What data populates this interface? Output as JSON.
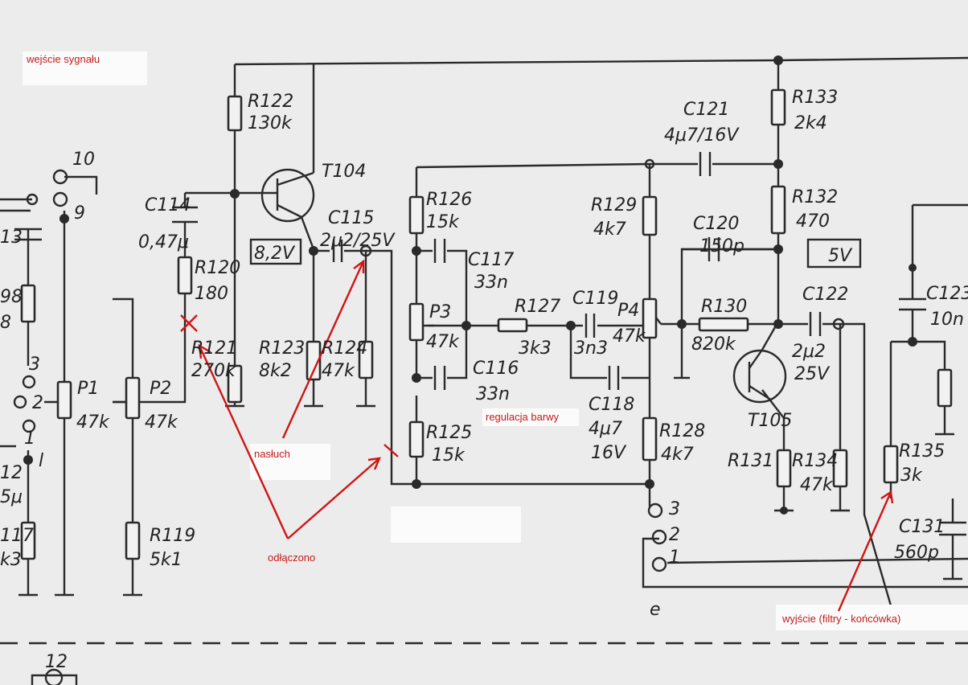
{
  "annotations": {
    "input": "wejście sygnału",
    "monitor": "nasłuch",
    "disconnected": "odłączono",
    "tone": "regulacja barwy",
    "output": "wyjście (filtry - końcówka)"
  },
  "components": {
    "R122": [
      "R122",
      "130k"
    ],
    "T104": [
      "T104"
    ],
    "C114": [
      "C114",
      "0,47μ"
    ],
    "R120": [
      "R120",
      "180"
    ],
    "R121": [
      "R121",
      "270k"
    ],
    "C115": [
      "C115",
      "2μ2/25V"
    ],
    "V82": [
      "8,2V"
    ],
    "R123": [
      "R123",
      "8k2"
    ],
    "R124": [
      "R124",
      "47k"
    ],
    "R126": [
      "R126",
      "15k"
    ],
    "C117": [
      "C117",
      "33n"
    ],
    "P3": [
      "P3",
      "47k"
    ],
    "C116": [
      "C116",
      "33n"
    ],
    "R125": [
      "R125",
      "15k"
    ],
    "R127": [
      "R127",
      "3k3"
    ],
    "C119": [
      "C119",
      "3n3"
    ],
    "C118": [
      "C118",
      "4μ7",
      "16V"
    ],
    "P4": [
      "P4",
      "47k"
    ],
    "R129": [
      "R129",
      "4k7"
    ],
    "R128": [
      "R128",
      "4k7"
    ],
    "C121": [
      "C121",
      "4μ7/16V"
    ],
    "R133": [
      "R133",
      "2k4"
    ],
    "R132": [
      "R132",
      "470"
    ],
    "C120": [
      "C120",
      "150p"
    ],
    "V5": [
      "5V"
    ],
    "R130": [
      "R130",
      "820k"
    ],
    "C122": [
      "C122",
      "2μ2",
      "25V"
    ],
    "T105": [
      "T105"
    ],
    "R131": [
      "R131"
    ],
    "R134": [
      "R134",
      "47k"
    ],
    "C123": [
      "C123",
      "10n"
    ],
    "R135": [
      "R135",
      "3k"
    ],
    "C131": [
      "C131",
      "560p"
    ],
    "P1": [
      "P1",
      "47k"
    ],
    "P2": [
      "P2",
      "47k"
    ],
    "R119": [
      "R119",
      "5k1"
    ],
    "R117": [
      "117",
      "k3"
    ],
    "C113": [
      "13"
    ],
    "R118": [
      "98",
      "8"
    ],
    "C112": [
      "12",
      "5μ"
    ]
  },
  "pins": {
    "p10": "10",
    "p9": "9",
    "p3": "3",
    "p2": "2",
    "p1": "1",
    "pl": "l",
    "q3": "3",
    "q2": "2",
    "q1": "1",
    "qe": "e",
    "p12": "12"
  }
}
